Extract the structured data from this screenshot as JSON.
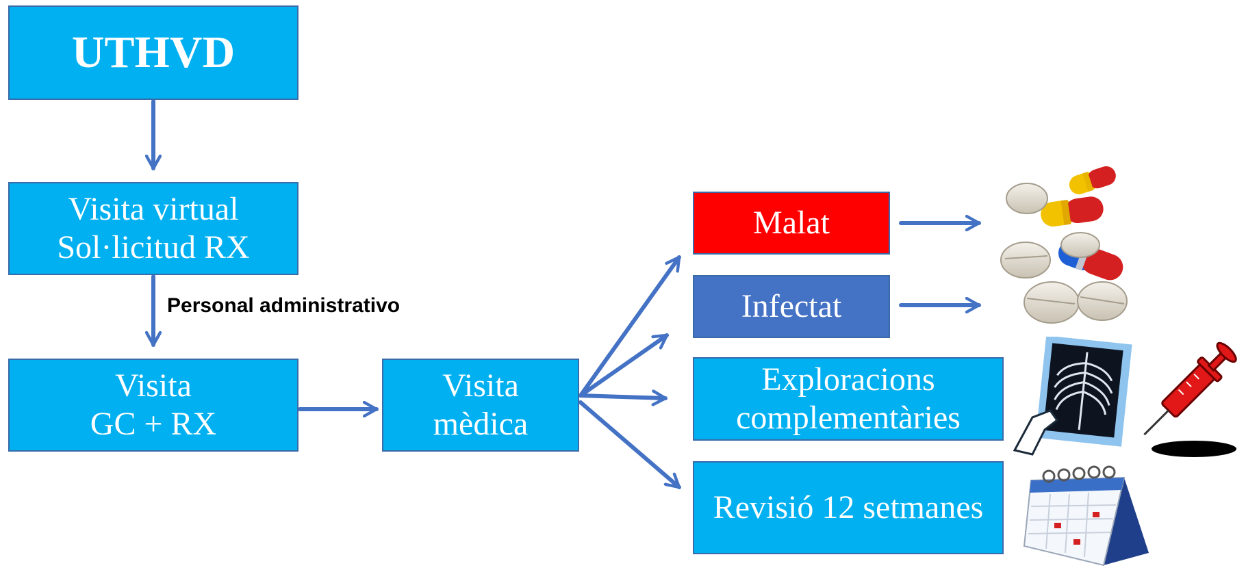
{
  "nodes": {
    "uthvd": "UTHVD",
    "visita_virtual": [
      "Visita virtual",
      "Sol·licitud RX"
    ],
    "visita_gc": [
      "Visita",
      "GC + RX"
    ],
    "visita_medica": [
      "Visita",
      "mèdica"
    ],
    "malat": "Malat",
    "infectat": "Infectat",
    "exploracions": [
      "Exploracions",
      "complementàries"
    ],
    "revisio": "Revisió 12 setmanes"
  },
  "edge_label": "Personal administrativo",
  "colors": {
    "box_fill": "#00b0f0",
    "malat_fill": "#ff0000",
    "infectat_fill": "#4472c4",
    "arrow": "#4472c4",
    "text": "#ffffff"
  },
  "icons": [
    "pills-icon",
    "xray-icon",
    "syringe-icon",
    "calendar-icon"
  ]
}
